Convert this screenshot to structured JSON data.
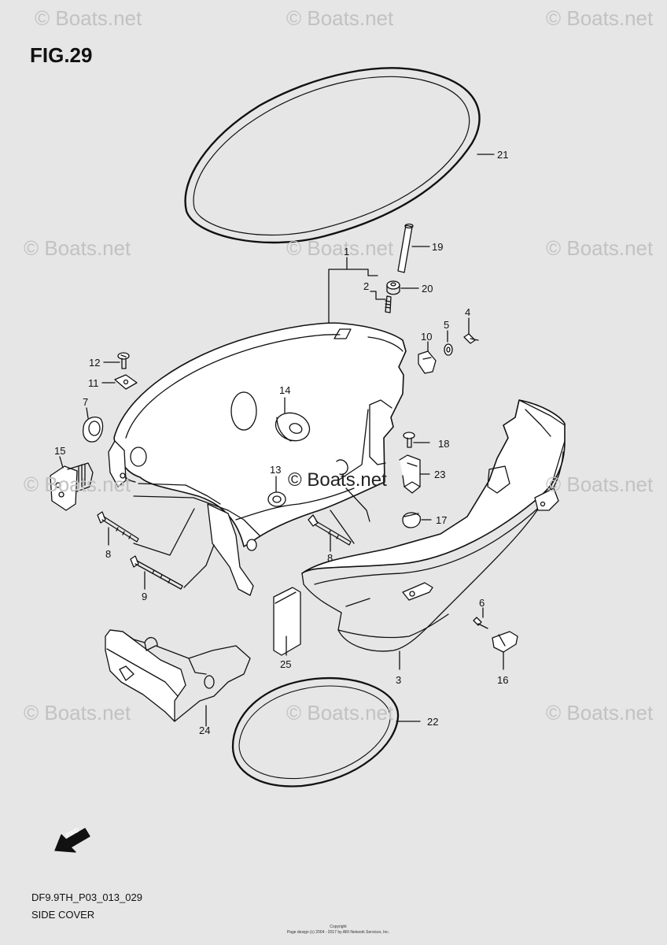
{
  "figure": {
    "title": "FIG.29"
  },
  "watermark": {
    "text": "© Boats.net"
  },
  "center_watermark": {
    "text": "© Boats.net"
  },
  "part_labels": {
    "p1": "1",
    "p2": "2",
    "p3": "3",
    "p4": "4",
    "p5": "5",
    "p6": "6",
    "p7": "7",
    "p8a": "8",
    "p8b": "8",
    "p9": "9",
    "p10": "10",
    "p11": "11",
    "p12": "12",
    "p13": "13",
    "p14": "14",
    "p15": "15",
    "p16": "16",
    "p17": "17",
    "p18": "18",
    "p19": "19",
    "p20": "20",
    "p21": "21",
    "p22": "22",
    "p23": "23",
    "p24": "24",
    "p25": "25"
  },
  "fwd": {
    "label": "FWD"
  },
  "footer": {
    "code": "DF9.9TH_P03_013_029",
    "caption": "SIDE COVER"
  },
  "copyright": {
    "line1": "Copyright",
    "line2": "Page design (c) 2004 - 2017 by ARI Network Services, Inc."
  }
}
